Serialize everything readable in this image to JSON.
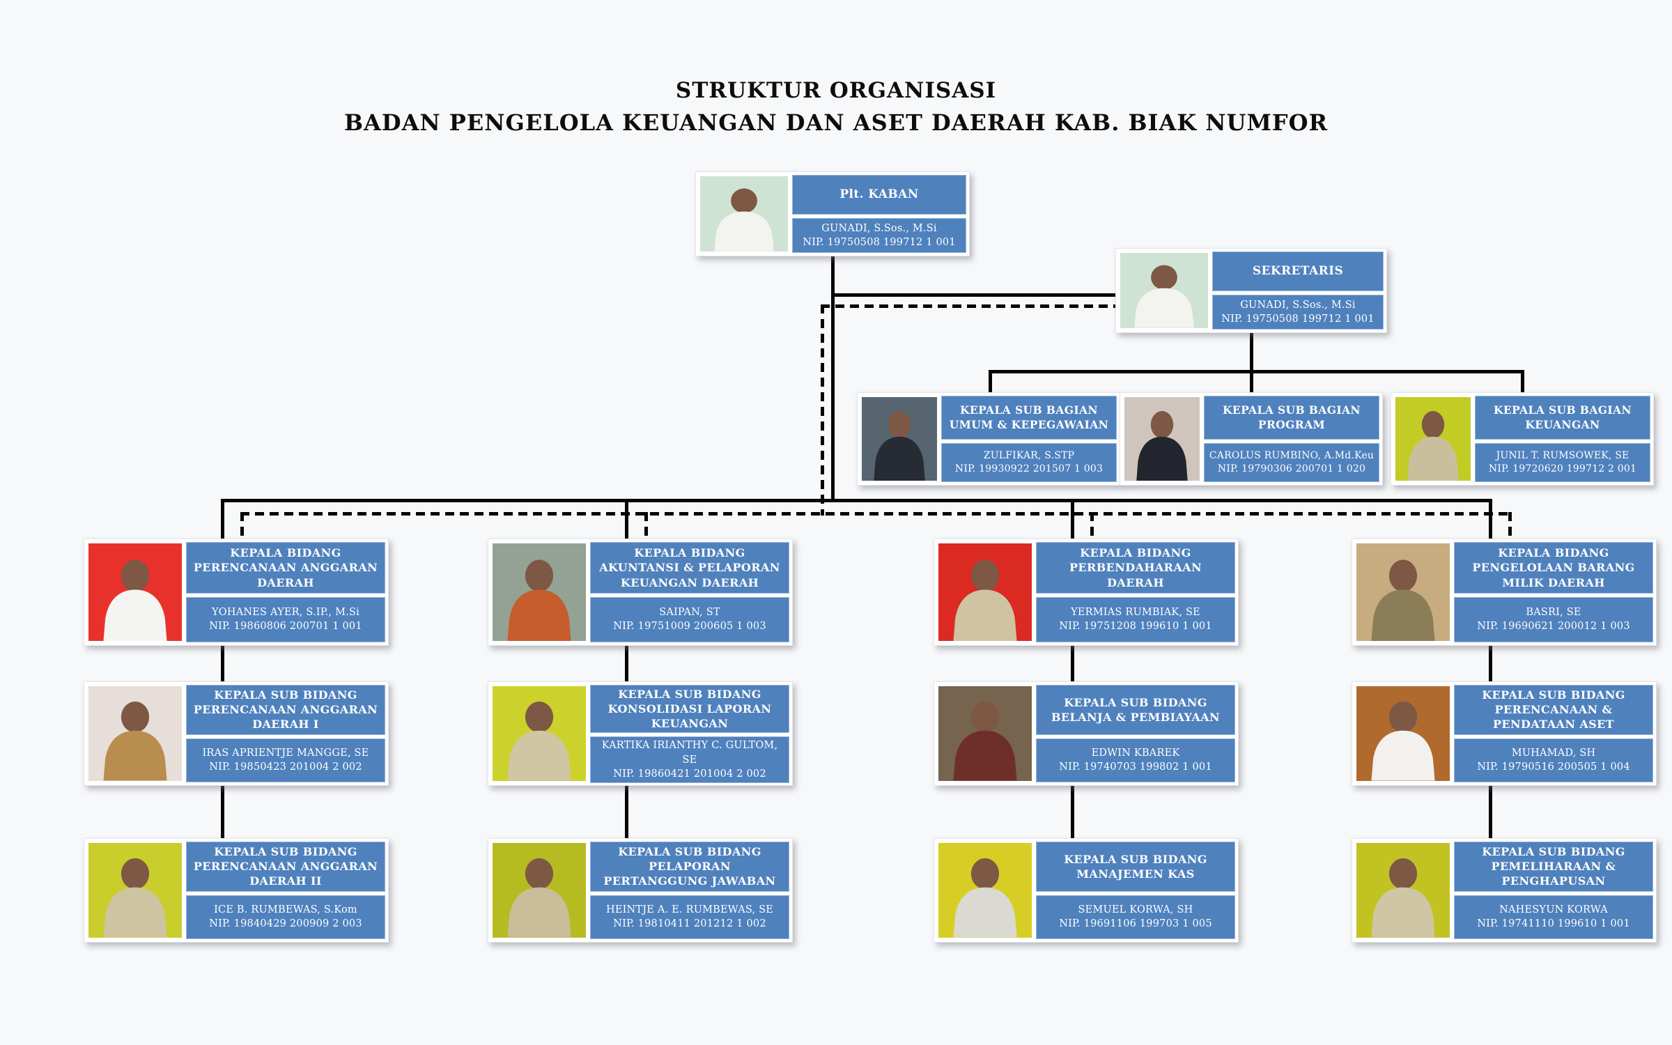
{
  "title": {
    "line1": "STRUKTUR ORGANISASI",
    "line2": "BADAN PENGELOLA KEUANGAN DAN ASET DAERAH KAB. BIAK NUMFOR"
  },
  "colors": {
    "box_blue": "#4f81bd",
    "line_black": "#050505",
    "background": "#f7f8fa"
  },
  "nodes": {
    "kaban": {
      "role": "Plt. KABAN",
      "name": "GUNADI, S.Sos., M.Si",
      "nip": "NIP. 19750508 199712 1 001",
      "photo_bg": "#cfe3d4",
      "shirt": "#f3f3f0"
    },
    "sekretaris": {
      "role": "SEKRETARIS",
      "name": "GUNADI, S.Sos., M.Si",
      "nip": "NIP. 19750508 199712 1 001",
      "photo_bg": "#cfe3d4",
      "shirt": "#f3f3f0"
    },
    "subbagian": [
      {
        "role": "KEPALA SUB BAGIAN UMUM & KEPEGAWAIAN",
        "name": "ZULFIKAR, S.STP",
        "nip": "NIP. 19930922 201507 1 003",
        "photo_bg": "#56656f",
        "shirt": "#272b33"
      },
      {
        "role": "KEPALA SUB BAGIAN PROGRAM",
        "name": "CAROLUS RUMBINO, A.Md.Keu",
        "nip": "NIP. 19790306 200701 1 020",
        "photo_bg": "#cfc5bc",
        "shirt": "#23262e"
      },
      {
        "role": "KEPALA SUB BAGIAN KEUANGAN",
        "name": "JUNIL T. RUMSOWEK, SE",
        "nip": "NIP. 19720620 199712 2 001",
        "photo_bg": "#c3cb25",
        "shirt": "#cabf9c"
      }
    ],
    "bidang": [
      {
        "role": "KEPALA BIDANG PERENCANAAN ANGGARAN DAERAH",
        "name": "YOHANES AYER, S.IP., M.Si",
        "nip": "NIP. 19860806 200701 1 001",
        "photo_bg": "#e8312b",
        "shirt": "#f4f4f2",
        "subs": [
          {
            "role": "KEPALA SUB BIDANG PERENCANAAN ANGGARAN DAERAH I",
            "name": "IRAS APRIENTJE MANGGE, SE",
            "nip": "NIP. 19850423 201004 2 002",
            "photo_bg": "#e7ded9",
            "shirt": "#b98d4e"
          },
          {
            "role": "KEPALA SUB BIDANG PERENCANAAN ANGGARAN DAERAH II",
            "name": "ICE B. RUMBEWAS, S.Kom",
            "nip": "NIP. 19840429 200909 2 003",
            "photo_bg": "#c9ce2c",
            "shirt": "#cfc4a1"
          }
        ]
      },
      {
        "role": "KEPALA BIDANG AKUNTANSI & PELAPORAN KEUANGAN DAERAH",
        "name": "SAIPAN, ST",
        "nip": "NIP. 19751009 200605 1 003",
        "photo_bg": "#93a295",
        "shirt": "#c75c2c",
        "subs": [
          {
            "role": "KEPALA SUB BIDANG KONSOLIDASI LAPORAN KEUANGAN",
            "name": "KARTIKA IRIANTHY C. GULTOM, SE",
            "nip": "NIP. 19860421 201004 2 002",
            "photo_bg": "#ccd22b",
            "shirt": "#cfc6a4"
          },
          {
            "role": "KEPALA SUB BIDANG PELAPORAN PERTANGGUNG JAWABAN",
            "name": "HEINTJE A. E. RUMBEWAS, SE",
            "nip": "NIP. 19810411 201212 1 002",
            "photo_bg": "#b6bb22",
            "shirt": "#c9bd9a"
          }
        ]
      },
      {
        "role": "KEPALA BIDANG PERBENDAHARAAN DAERAH",
        "name": "YERMIAS RUMBIAK, SE",
        "nip": "NIP. 19751208 199610 1 001",
        "photo_bg": "#da2a22",
        "shirt": "#cfc3a2",
        "subs": [
          {
            "role": "KEPALA SUB BIDANG BELANJA & PEMBIAYAAN",
            "name": "EDWIN KBAREK",
            "nip": "NIP. 19740703 199802 1 001",
            "photo_bg": "#76644f",
            "shirt": "#6e2f2a"
          },
          {
            "role": "KEPALA SUB BIDANG MANAJEMEN KAS",
            "name": "SEMUEL KORWA, SH",
            "nip": "NIP. 19691106 199703 1 005",
            "photo_bg": "#d6ce25",
            "shirt": "#dadad3"
          }
        ]
      },
      {
        "role": "KEPALA BIDANG PENGELOLAAN BARANG MILIK DAERAH",
        "name": "BASRI, SE",
        "nip": "NIP. 19690621 200012 1 003",
        "photo_bg": "#c7ac7f",
        "shirt": "#8a7d57",
        "subs": [
          {
            "role": "KEPALA SUB BIDANG PERENCANAAN & PENDATAAN ASET",
            "name": "MUHAMAD, SH",
            "nip": "NIP. 19790516 200505 1 004",
            "photo_bg": "#b06a2e",
            "shirt": "#f2f1ee"
          },
          {
            "role": "KEPALA SUB BIDANG PEMELIHARAAN & PENGHAPUSAN",
            "name": "NAHESYUN KORWA",
            "nip": "NIP. 19741110 199610 1 001",
            "photo_bg": "#c2c323",
            "shirt": "#cfc6a6"
          }
        ]
      }
    ]
  }
}
